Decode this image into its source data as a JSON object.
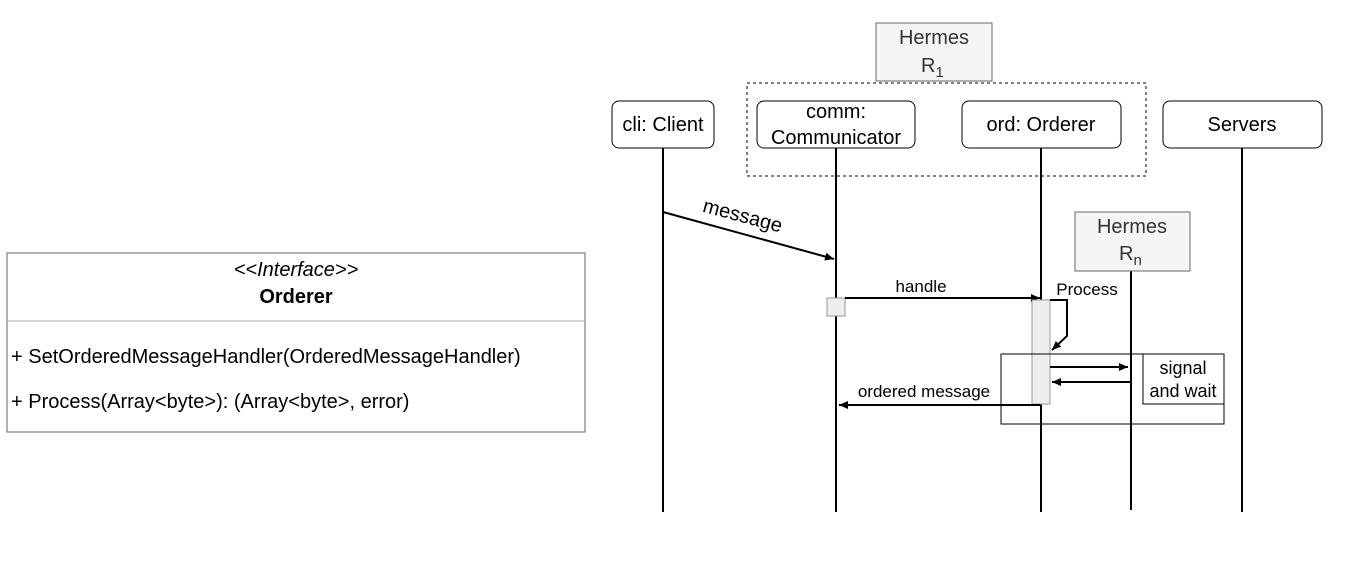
{
  "interface_box": {
    "stereotype": "<<Interface>>",
    "name": "Orderer",
    "methods": [
      "+ SetOrderedMessageHandler(OrderedMessageHandler)",
      "+ Process(Array<byte>): (Array<byte>, error)"
    ]
  },
  "group_r1": {
    "title": "Hermes",
    "subscript_base": "R",
    "subscript": "1"
  },
  "group_rn": {
    "title": "Hermes",
    "subscript_base": "R",
    "subscript": "n"
  },
  "participants": {
    "client": "cli: Client",
    "communicator_line1": "comm:",
    "communicator_line2": "Communicator",
    "orderer": "ord: Orderer",
    "servers": "Servers"
  },
  "messages": {
    "message": "message",
    "handle": "handle",
    "process": "Process",
    "ordered_message": "ordered message"
  },
  "fragment": {
    "line1": "signal",
    "line2": "and wait"
  },
  "colors": {
    "stroke": "#000000",
    "note_fill": "#f5f5f5",
    "note_stroke": "#666666",
    "divider": "#aaaaaa",
    "activation_fill": "#eeeeee",
    "activation_stroke": "#999999"
  }
}
